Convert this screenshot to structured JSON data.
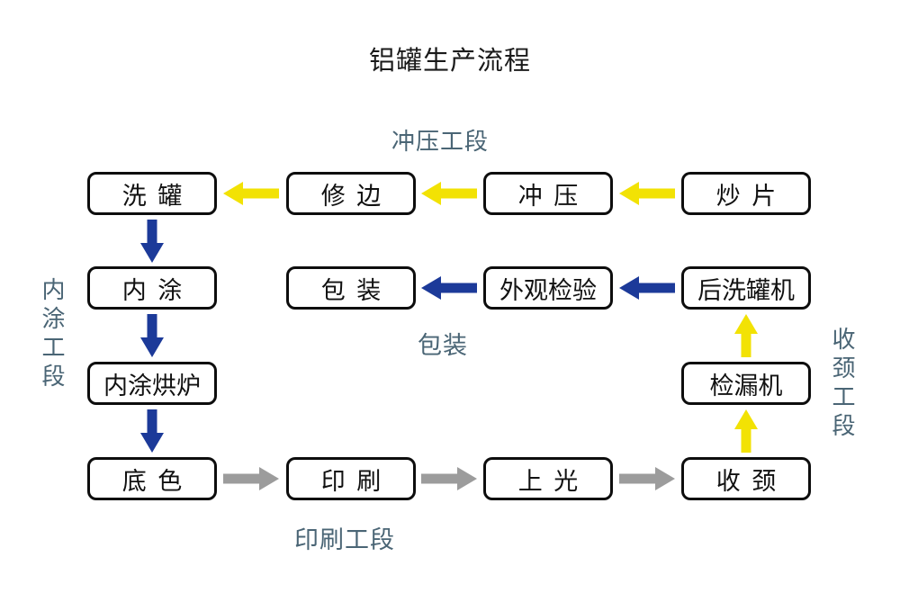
{
  "title": "铝罐生产流程",
  "section_labels": {
    "stamping": "冲压工段",
    "inner_coating": "内涂工段",
    "packaging": "包装",
    "printing": "印刷工段",
    "necking": "收颈工段"
  },
  "boxes": {
    "wash_can": "洗 罐",
    "trim_edge": "修 边",
    "stamping": "冲 压",
    "sheet_fry": "炒 片",
    "inner_coating": "内 涂",
    "packing": "包 装",
    "visual_inspection": "外观检验",
    "post_wash_machine": "后洗罐机",
    "inner_coating_oven": "内涂烘炉",
    "leak_tester": "检漏机",
    "base_color": "底 色",
    "printing": "印 刷",
    "varnishing": "上 光",
    "necking": "收 颈"
  },
  "flows": [
    {
      "from": "炒片",
      "to": "冲压",
      "color": "yellow",
      "direction": "left"
    },
    {
      "from": "冲压",
      "to": "修边",
      "color": "yellow",
      "direction": "left"
    },
    {
      "from": "修边",
      "to": "洗罐",
      "color": "yellow",
      "direction": "left"
    },
    {
      "from": "洗罐",
      "to": "内涂",
      "color": "blue",
      "direction": "down"
    },
    {
      "from": "内涂",
      "to": "内涂烘炉",
      "color": "blue",
      "direction": "down"
    },
    {
      "from": "内涂烘炉",
      "to": "底色",
      "color": "blue",
      "direction": "down"
    },
    {
      "from": "底色",
      "to": "印刷",
      "color": "gray",
      "direction": "right"
    },
    {
      "from": "印刷",
      "to": "上光",
      "color": "gray",
      "direction": "right"
    },
    {
      "from": "上光",
      "to": "收颈",
      "color": "gray",
      "direction": "right"
    },
    {
      "from": "收颈",
      "to": "检漏机",
      "color": "yellow",
      "direction": "up"
    },
    {
      "from": "检漏机",
      "to": "后洗罐机",
      "color": "yellow",
      "direction": "up"
    },
    {
      "from": "后洗罐机",
      "to": "外观检验",
      "color": "blue",
      "direction": "left"
    },
    {
      "from": "外观检验",
      "to": "包装",
      "color": "blue",
      "direction": "left"
    }
  ],
  "colors": {
    "arrow_yellow": "#F2E204",
    "arrow_blue": "#1C3A99",
    "arrow_gray": "#9C9C9C",
    "section_label": "#4A6575",
    "box_border": "#0D0D0D",
    "box_fill": "#FFFFFF",
    "title_text": "#1A1A1A",
    "background": "#FFFFFF"
  }
}
